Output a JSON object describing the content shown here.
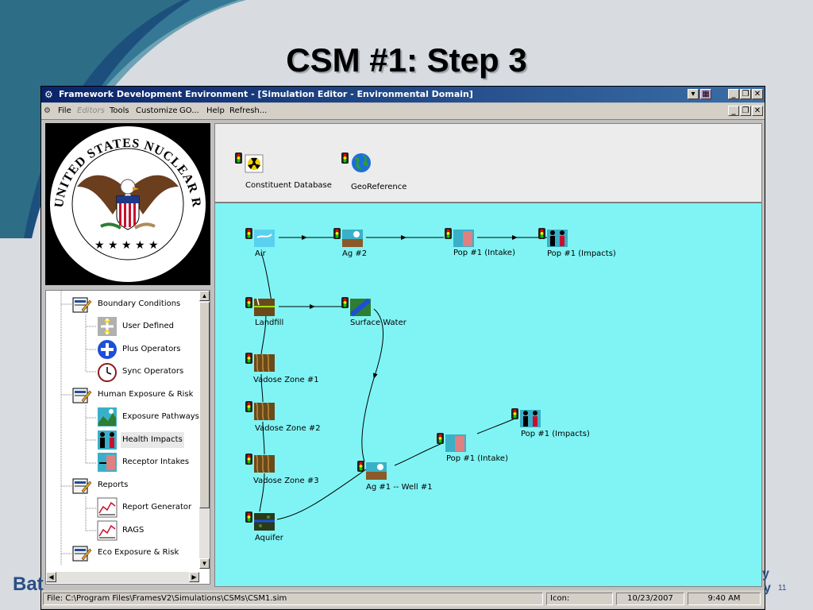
{
  "slide": {
    "title": "CSM #1: Step 3",
    "corner_left": "Bat",
    "corner_right_line1": "y",
    "corner_right_line2": "y",
    "slide_number": "11"
  },
  "window": {
    "title": "Framework Development Environment - [Simulation Editor - Environmental Domain]"
  },
  "menu": {
    "items": [
      "File",
      "Editors",
      "Tools",
      "Customize",
      "GO...",
      "Help",
      "Refresh..."
    ]
  },
  "logo": {
    "text_top": "UNITED STATES NUCLEAR REGULATORY COMMISSION"
  },
  "tree": {
    "items": [
      {
        "label": "Boundary Conditions",
        "level": 0,
        "icon": "folder-icon"
      },
      {
        "label": "User Defined",
        "level": 1,
        "icon": "user-defined-icon"
      },
      {
        "label": "Plus Operators",
        "level": 1,
        "icon": "plus-icon"
      },
      {
        "label": "Sync Operators",
        "level": 1,
        "icon": "clock-icon"
      },
      {
        "label": "Human Exposure & Risk",
        "level": 0,
        "icon": "folder-icon"
      },
      {
        "label": "Exposure Pathways",
        "level": 1,
        "icon": "exposure-icon"
      },
      {
        "label": "Health Impacts",
        "level": 1,
        "icon": "people-icon",
        "selected": true
      },
      {
        "label": "Receptor Intakes",
        "level": 1,
        "icon": "intake-icon"
      },
      {
        "label": "Reports",
        "level": 0,
        "icon": "folder-icon"
      },
      {
        "label": "Report Generator",
        "level": 1,
        "icon": "chart-icon"
      },
      {
        "label": "RAGS",
        "level": 1,
        "icon": "chart-icon"
      },
      {
        "label": "Eco Exposure & Risk",
        "level": 0,
        "icon": "folder-icon"
      }
    ]
  },
  "palette": {
    "items": [
      {
        "label": "Constituent Database",
        "icon": "radiation-icon"
      },
      {
        "label": "GeoReference",
        "icon": "globe-icon"
      }
    ]
  },
  "canvas": {
    "nodes": [
      {
        "id": "air",
        "label": "Air",
        "icon": "air-icon"
      },
      {
        "id": "ag2",
        "label": "Ag #2",
        "icon": "farm-icon"
      },
      {
        "id": "pop1i_top",
        "label": "Pop #1 (Intake)",
        "icon": "intake-icon"
      },
      {
        "id": "pop1x_top",
        "label": "Pop #1 (Impacts)",
        "icon": "people-icon"
      },
      {
        "id": "landfill",
        "label": "Landfill",
        "icon": "landfill-icon"
      },
      {
        "id": "sw",
        "label": "Surface Water",
        "icon": "water-icon"
      },
      {
        "id": "vz1",
        "label": "Vadose Zone #1",
        "icon": "soil-icon"
      },
      {
        "id": "vz2",
        "label": "Vadose Zone #2",
        "icon": "soil-icon"
      },
      {
        "id": "vz3",
        "label": "Vadose Zone #3",
        "icon": "soil-icon"
      },
      {
        "id": "aquifer",
        "label": "Aquifer",
        "icon": "aquifer-icon"
      },
      {
        "id": "ag1",
        "label": "Ag #1 -- Well #1",
        "icon": "farm-icon"
      },
      {
        "id": "pop1i_low",
        "label": "Pop #1 (Intake)",
        "icon": "intake-icon"
      },
      {
        "id": "pop1x_low",
        "label": "Pop #1 (Impacts)",
        "icon": "people-icon"
      }
    ]
  },
  "status": {
    "file": "File: C:\\Program Files\\FramesV2\\Simulations\\CSMs\\CSM1.sim",
    "icon_label": "Icon:",
    "date": "10/23/2007",
    "time": "9:40 AM"
  },
  "colors": {
    "canvas_bg": "#80f4f4",
    "titlebar": "#0a246a"
  }
}
